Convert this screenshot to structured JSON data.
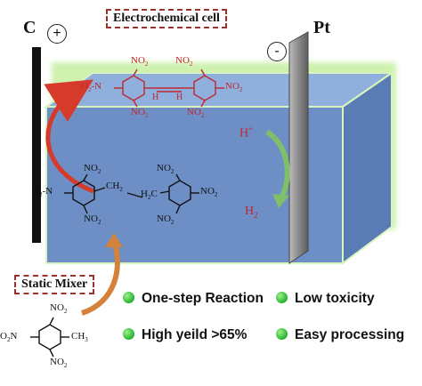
{
  "labels": {
    "electrochemical_cell": "Electrochemical cell",
    "static_mixer": "Static Mixer",
    "cathode_material": "C",
    "anode_material": "Pt",
    "plus_sign": "+",
    "minus_sign": "-"
  },
  "reaction_species": {
    "proton": "H",
    "proton_charge": "+",
    "hydrogen": "H",
    "hydrogen_subscript": "2"
  },
  "molecules": {
    "nitro_group": "NO",
    "nitro_subscript": "2",
    "nitro_left": "O",
    "nitro_left_n": "N",
    "ch2": "CH",
    "ch2_subscript": "2",
    "h2c": "H",
    "h2c_c": "C",
    "alkene_h": "H",
    "methyl": "CH",
    "methyl_subscript": "3"
  },
  "features": [
    {
      "text": "One-step Reaction"
    },
    {
      "text": "Low toxicity"
    },
    {
      "text": "High yeild >65%"
    },
    {
      "text": "Easy processing"
    }
  ],
  "colors": {
    "solution_front": "#6d8fc6",
    "solution_top": "#8fb0dd",
    "solution_side": "#5a7cb5",
    "glow": "#c9f0a6",
    "electrode_dark": "#111111",
    "electrode_pt": "#8a8a8a",
    "ox_arrow": "#d63a2a",
    "mixer_arrow": "#d4823a",
    "h_arrow": "#7fbf6a",
    "label_border": "#a0302c",
    "feature_dot": "#22b32a",
    "product_text": "#c0262d"
  }
}
